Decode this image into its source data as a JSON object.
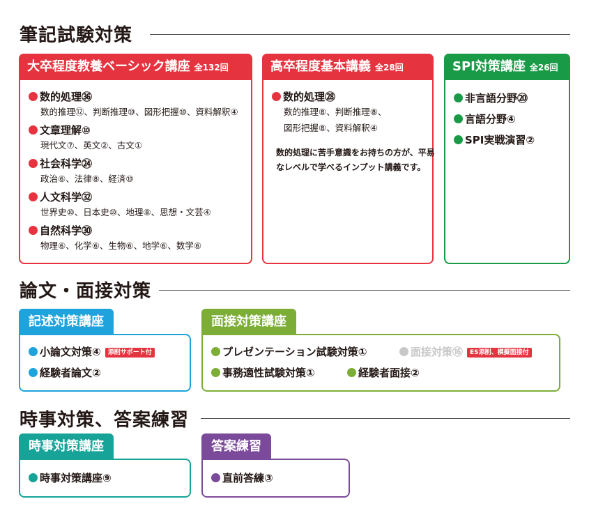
{
  "colors": {
    "red": "#e5343f",
    "green": "#199a47",
    "cyan": "#1ea3dc",
    "olive": "#7cad36",
    "teal": "#17a398",
    "purple": "#7b4a9a",
    "gray": "#c8c8c8"
  },
  "section1": {
    "title": "筆記試験対策",
    "course1": {
      "title": "大卒程度教養ベーシック講座",
      "count": "全132回",
      "items": [
        {
          "label": "数的処理㊱",
          "detail": "数的推理⑫、判断推理⑩、図形把握⑩、資料解釈④"
        },
        {
          "label": "文章理解⑩",
          "detail": "現代文⑦、英文②、古文①"
        },
        {
          "label": "社会科学㉔",
          "detail": "政治⑥、法律⑧、経済⑩"
        },
        {
          "label": "人文科学㉜",
          "detail": "世界史⑩、日本史⑩、地理⑧、思想・文芸④"
        },
        {
          "label": "自然科学㉚",
          "detail": "物理⑥、化学⑥、生物⑥、地学⑥、数学⑥"
        }
      ]
    },
    "course2": {
      "title": "高卒程度基本講義",
      "count": "全28回",
      "item_label": "数的処理㉘",
      "detail1": "数的推理⑧、判断推理⑧、",
      "detail2": "図形把握⑧、資料解釈④",
      "note": "数的処理に苦手意識をお持ちの方が、平易なレベルで学べるインプット講義です。"
    },
    "course3": {
      "title": "SPI対策講座",
      "count": "全26回",
      "items": [
        "非言語分野⑳",
        "言語分野④",
        "SPI実戦演習②"
      ]
    }
  },
  "section2": {
    "title": "論文・面接対策",
    "course1": {
      "title": "記述対策講座",
      "item1": "小論文対策④",
      "badge1": "添削サポート付",
      "item2": "経験者論文②"
    },
    "course2": {
      "title": "面接対策講座",
      "item1": "プレゼンテーション試験対策①",
      "item2": "面接対策⑯",
      "badge2": "ES添削、模擬面接付",
      "item3": "事務適性試験対策①",
      "item4": "経験者面接②"
    }
  },
  "section3": {
    "title": "時事対策、答案練習",
    "course1": {
      "title": "時事対策講座",
      "item": "時事対策講座⑨"
    },
    "course2": {
      "title": "答案練習",
      "item": "直前答練③"
    }
  }
}
